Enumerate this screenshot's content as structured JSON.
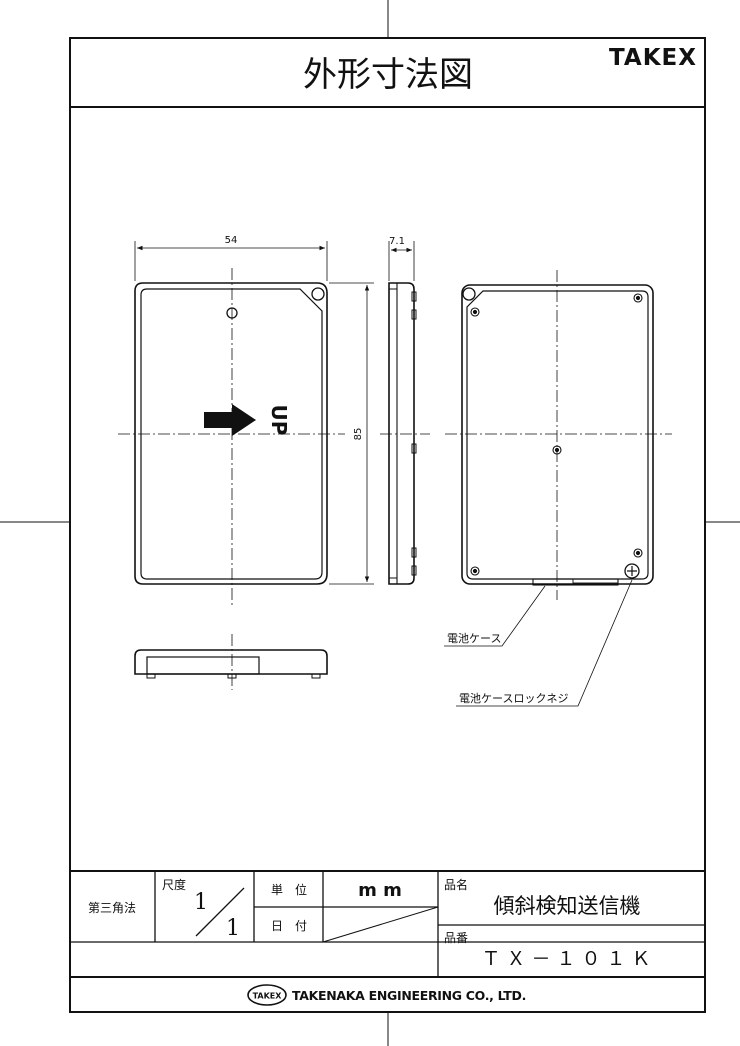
{
  "title": "外形寸法図",
  "brand": "TAKEX",
  "dimensions": {
    "width": "54",
    "depth": "7.1",
    "height": "85"
  },
  "front_label": "UP",
  "callouts": {
    "battery_case": "電池ケース",
    "battery_case_screw": "電池ケースロックネジ"
  },
  "title_block": {
    "projection": "第三角法",
    "scale_label": "尺度",
    "scale_numerator": "1",
    "scale_denominator": "1",
    "unit_label": "単　位",
    "unit_value": "m m",
    "date_label": "日　付",
    "product_name_label": "品名",
    "product_name": "傾斜検知送信機",
    "product_number_label": "品番",
    "product_number": "ＴＸ－１０１Ｋ"
  },
  "company": {
    "logo_text": "TAKEX",
    "name": "TAKENAKA ENGINEERING CO., LTD."
  }
}
